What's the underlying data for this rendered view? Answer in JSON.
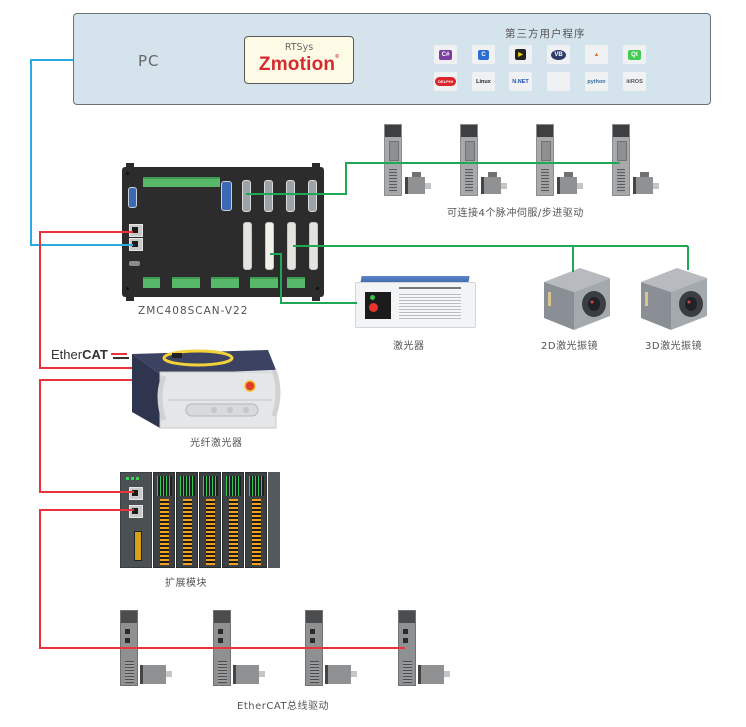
{
  "pc": {
    "label": "PC",
    "software_title": "RTSys",
    "software_brand": "Zmotion",
    "registered_mark": "®",
    "third_party_title": "第三方用户程序",
    "third_party_icons": [
      {
        "name": "csharp-icon",
        "text": "C#",
        "color": "#7b3d9f",
        "fg": "#ffffff"
      },
      {
        "name": "cplusplus-icon",
        "text": "C",
        "color": "#2a6fd0",
        "fg": "#ffffff"
      },
      {
        "name": "labview-icon",
        "text": "▶",
        "color": "#222222",
        "fg": "#f5d000"
      },
      {
        "name": "visual-basic-icon",
        "text": "VB",
        "color": "#2d3c6b",
        "fg": "#ffffff"
      },
      {
        "name": "matlab-icon",
        "text": "▲",
        "color": "#eff1f3",
        "fg": "#e2632b"
      },
      {
        "name": "qt-icon",
        "text": "Qt",
        "color": "#41cd52",
        "fg": "#ffffff"
      },
      {
        "name": "delphi-icon",
        "text": "DELPHI",
        "color": "#d9252b",
        "fg": "#ffffff"
      },
      {
        "name": "linux-icon",
        "text": "Linux",
        "color": "#eff1f3",
        "fg": "#222222"
      },
      {
        "name": "dotnet-icon",
        "text": "N.NET",
        "color": "#eff1f3",
        "fg": "#1f4fb5"
      },
      {
        "name": "apple-icon",
        "text": "",
        "color": "#eff1f3",
        "fg": "#999999"
      },
      {
        "name": "python-icon",
        "text": "python",
        "color": "#eff1f3",
        "fg": "#3572a5"
      },
      {
        "name": "ros-icon",
        "text": "iiiROS",
        "color": "#eff1f3",
        "fg": "#555555"
      }
    ]
  },
  "devices": {
    "controller_label": "ZMC408SCAN-V22",
    "pulse_drives_label": "可连接4个脉冲伺服/步进驱动",
    "laser_label": "激光器",
    "galvo_2d_label": "2D激光振镜",
    "galvo_3d_label": "3D激光振镜",
    "fiber_laser_label": "光纤激光器",
    "expansion_label": "扩展模块",
    "ethercat_drives_label": "EtherCAT总线驱动",
    "ethercat_logo_light": "Ether",
    "ethercat_logo_bold": "CAT",
    "pulse_drive_count": 4,
    "ethercat_drive_count": 4,
    "io_module_count": 5
  },
  "colors": {
    "pc_link": "#29abe2",
    "ethercat_link": "#e8333c",
    "io_link": "#1fa855",
    "brand_red": "#d52a2f",
    "pc_box_bg": "#d5e3ed",
    "software_box_bg": "#fdfbe6"
  }
}
